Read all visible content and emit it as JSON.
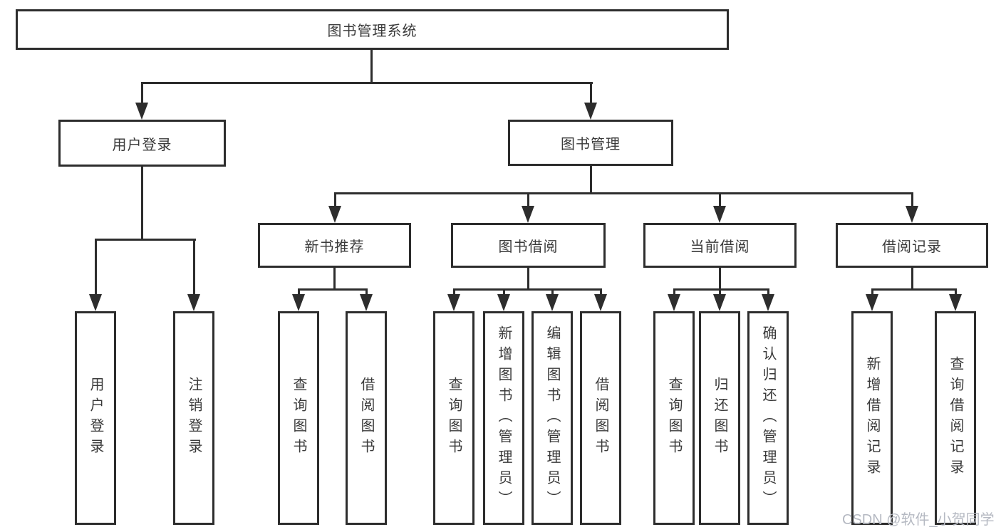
{
  "diagram": {
    "root": {
      "label": "图书管理系统"
    },
    "level2": [
      {
        "label": "用户登录"
      },
      {
        "label": "图书管理"
      }
    ],
    "level3": [
      {
        "label": "新书推荐"
      },
      {
        "label": "图书借阅"
      },
      {
        "label": "当前借阅"
      },
      {
        "label": "借阅记录"
      }
    ],
    "leaves": [
      {
        "label": "用户登录"
      },
      {
        "label": "注销登录"
      },
      {
        "label": "查询图书"
      },
      {
        "label": "借阅图书"
      },
      {
        "label": "查询图书"
      },
      {
        "label": "新增图书（管理员）"
      },
      {
        "label": "编辑图书（管理员）"
      },
      {
        "label": "借阅图书"
      },
      {
        "label": "查询图书"
      },
      {
        "label": "归还图书"
      },
      {
        "label": "确认归还（管理员）"
      },
      {
        "label": "新增借阅记录"
      },
      {
        "label": "查询借阅记录"
      }
    ]
  },
  "watermark": {
    "text": "CSDN @软件_小贺同学"
  },
  "colors": {
    "line": "#2d2d2d",
    "box_background": "#ffffff",
    "text": "#3a3a3a",
    "watermark": "#b5b9c2",
    "background": "#ffffff"
  }
}
